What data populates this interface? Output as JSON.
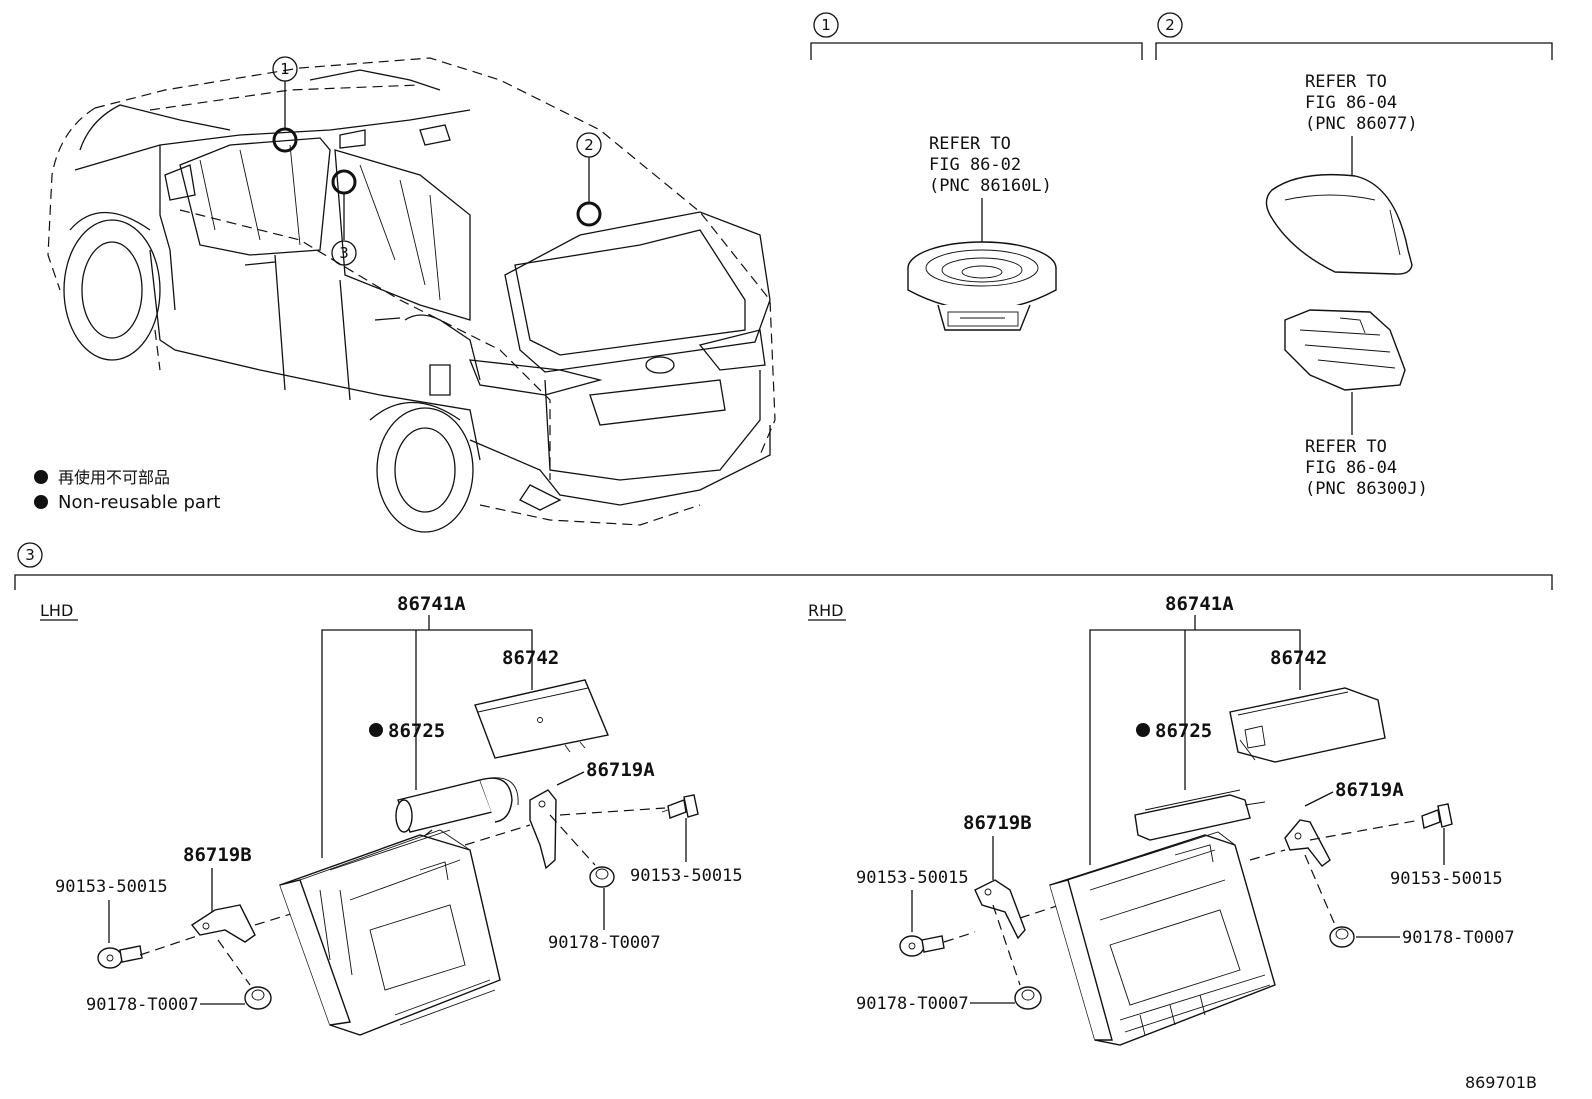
{
  "callouts": {
    "c1": "1",
    "c2": "2",
    "c3": "3"
  },
  "legend": {
    "line1": "再使用不可部品",
    "line2": "Non-reusable part"
  },
  "section1": {
    "refer": [
      "REFER TO",
      "FIG 86-02",
      "(PNC 86160L)"
    ]
  },
  "section2": {
    "refer_top": [
      "REFER TO",
      "FIG 86-04",
      "(PNC 86077)"
    ],
    "refer_bottom": [
      "REFER TO",
      "FIG 86-04",
      "(PNC 86300J)"
    ]
  },
  "section3": {
    "lhd": {
      "title": "LHD",
      "p86741A": "86741A",
      "p86742": "86742",
      "p86725": "86725",
      "p86719A": "86719A",
      "p86719B": "86719B",
      "b90153_left": "90153-50015",
      "b90153_right": "90153-50015",
      "n90178_right": "90178-T0007",
      "n90178_left": "90178-T0007"
    },
    "rhd": {
      "title": "RHD",
      "p86741A": "86741A",
      "p86742": "86742",
      "p86725": "86725",
      "p86719A": "86719A",
      "p86719B": "86719B",
      "b90153_left": "90153-50015",
      "b90153_right": "90153-50015",
      "n90178_right": "90178-T0007",
      "n90178_left": "90178-T0007"
    }
  },
  "figure_number": "869701B"
}
